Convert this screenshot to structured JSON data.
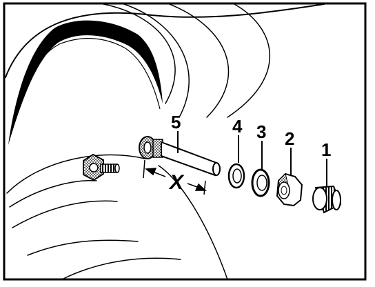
{
  "diagram": {
    "callouts": {
      "part_1": "1",
      "part_2": "2",
      "part_3": "3",
      "part_4": "4",
      "part_5": "5"
    },
    "dimension_label": "X"
  },
  "colors": {
    "ink": "#000000",
    "paper": "#ffffff",
    "shade": "#bdbdbd"
  }
}
